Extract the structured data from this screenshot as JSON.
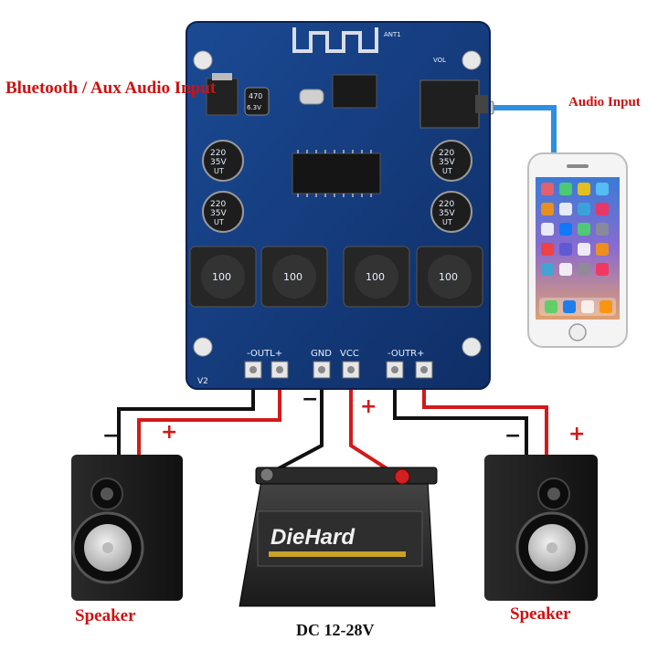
{
  "labels": {
    "input_title": "Bluetooth / Aux Audio Input",
    "audio_input": "Audio Input",
    "speaker_left": "Speaker",
    "speaker_right": "Speaker",
    "power": "DC 12-28V"
  },
  "board": {
    "terminals": [
      "-OUTL+",
      "GND",
      "VCC",
      "-OUTR+"
    ],
    "gnd": "GND",
    "vcc": "VCC",
    "outl": "-OUTL+",
    "outr": "-OUTR+",
    "version": "V2",
    "antenna": "ANT1",
    "cap_top": "470",
    "cap_top2": "6.3V",
    "cap_left_value": "220",
    "cap_left_volt": "35V",
    "cap_left_series": "UT",
    "cap_right_value": "220",
    "cap_right_volt": "35V",
    "cap_right_series": "UT",
    "inductor_value": "100",
    "vol": "VOL"
  },
  "polarity": {
    "minus": "−",
    "plus": "+"
  },
  "battery": {
    "brand": "DieHard"
  },
  "colors": {
    "pcb": "#153a7a",
    "wire_red": "#d21a1a",
    "wire_black": "#111111",
    "aux_cable": "#2e8fe0",
    "label_red": "#d01010"
  }
}
